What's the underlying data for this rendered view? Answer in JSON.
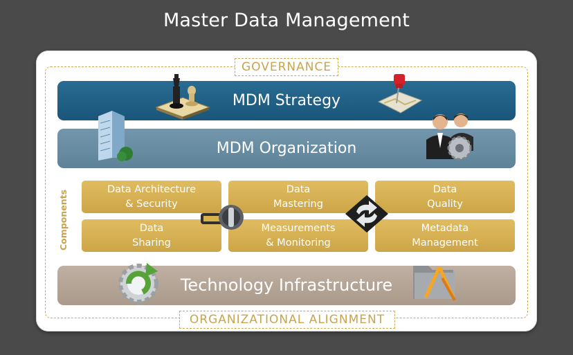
{
  "title": "Master Data Management",
  "governance_label": "GOVERNANCE",
  "alignment_label": "ORGANIZATIONAL ALIGNMENT",
  "components_label": "Components",
  "bands": {
    "strategy": "MDM Strategy",
    "organization": "MDM Organization",
    "technology": "Technology Infrastructure"
  },
  "components": [
    {
      "line1": "Data Architecture",
      "line2": "& Security"
    },
    {
      "line1": "Data",
      "line2": "Mastering"
    },
    {
      "line1": "Data",
      "line2": "Quality"
    },
    {
      "line1": "Data",
      "line2": "Sharing"
    },
    {
      "line1": "Measurements",
      "line2": "& Monitoring"
    },
    {
      "line1": "Metadata",
      "line2": "Management"
    }
  ],
  "icons": [
    "chess-icon",
    "map-pin-icon",
    "building-icon",
    "people-gear-icon",
    "key-lock-icon",
    "sync-arrows-icon",
    "refresh-gear-icon",
    "folder-tools-icon"
  ],
  "colors": {
    "background": "#4a4a4a",
    "strategy_band": "#1f5f86",
    "organization_band": "#6a8ea4",
    "technology_band": "#b5a596",
    "component_gold": "#d6ae52",
    "label_gold": "#c8a44c"
  }
}
